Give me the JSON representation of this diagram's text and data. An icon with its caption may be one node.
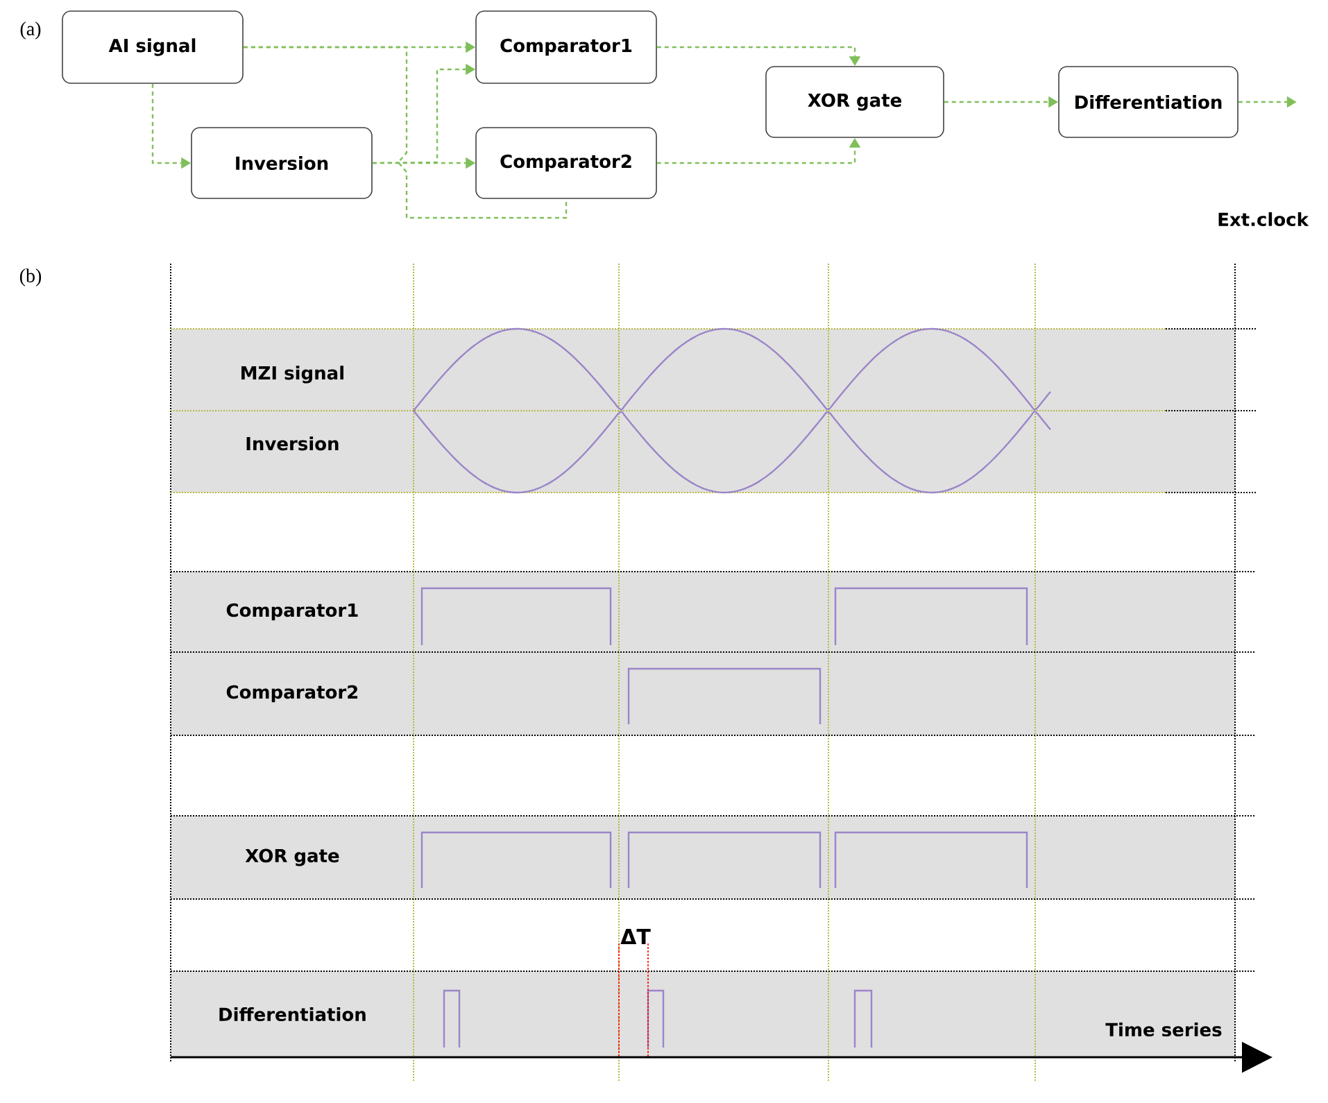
{
  "diagram": {
    "nodes": [
      {
        "text": [
          "AI signal"
        ]
      },
      {
        "text": [
          "Inversion"
        ]
      },
      {
        "text": [
          "Comparator1"
        ]
      },
      {
        "text": [
          "Comparator2"
        ]
      },
      {
        "text": [
          "XOR gate"
        ]
      },
      {
        "text": [
          "Differentiation"
        ]
      },
      {
        "text": [
          "MZI signal",
          "Inversion"
        ]
      },
      {
        "text": [
          "Comparator1"
        ]
      },
      {
        "text": [
          "Comparator2"
        ]
      },
      {
        "text": [
          "XOR gate"
        ]
      },
      {
        "text": [
          "Differentiation"
        ]
      }
    ],
    "edges": [
      {
        "from": 0,
        "to": 1,
        "arrow": "to",
        "style": "dashed",
        "color": "#7fbf5a"
      },
      {
        "from": 0,
        "to": 2,
        "arrow": "to",
        "style": "dashed",
        "color": "#7fbf5a"
      },
      {
        "from": 0,
        "to": 3,
        "arrow": "none",
        "style": "dashed",
        "color": "#7fbf5a"
      },
      {
        "from": 1,
        "to": 2,
        "arrow": "to",
        "style": "dashed",
        "color": "#7fbf5a"
      },
      {
        "from": 1,
        "to": 3,
        "arrow": "to",
        "style": "dashed",
        "color": "#7fbf5a"
      },
      {
        "from": 2,
        "to": 4,
        "arrow": "to",
        "style": "dashed",
        "color": "#7fbf5a"
      },
      {
        "from": 3,
        "to": 4,
        "arrow": "to",
        "style": "dashed",
        "color": "#7fbf5a"
      },
      {
        "from": 4,
        "to": 5,
        "arrow": "to",
        "style": "dashed",
        "color": "#7fbf5a"
      },
      {
        "from": 5,
        "to": null,
        "arrow": "to",
        "style": "dashed",
        "color": "#7fbf5a"
      }
    ],
    "labels": [
      "(a)",
      "Ext.clock",
      "(b)",
      "ΔT",
      "Time series"
    ]
  }
}
